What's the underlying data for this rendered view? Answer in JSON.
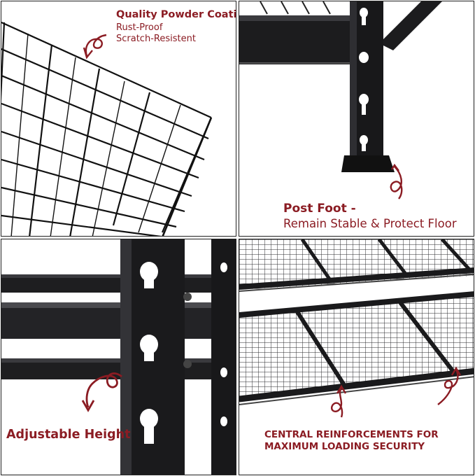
{
  "panels": [
    {
      "id": "powder-coating",
      "title": "Quality Powder Coating",
      "lines": [
        "Rust-Proof",
        "Scratch-Resistent"
      ]
    },
    {
      "id": "post-foot",
      "title": "Post Foot -",
      "lines": [
        "Remain Stable & Protect Floor"
      ]
    },
    {
      "id": "adjustable-height",
      "title": "Adjustable Height",
      "lines": []
    },
    {
      "id": "central-reinforcements",
      "title": "CENTRAL REINFORCEMENTS FOR",
      "lines": [
        "MAXIMUM LOADING SECURITY"
      ]
    }
  ],
  "colors": {
    "accent": "#8b1c23",
    "steel": "#1c1c1e",
    "border": "#222222",
    "background": "#ffffff"
  }
}
